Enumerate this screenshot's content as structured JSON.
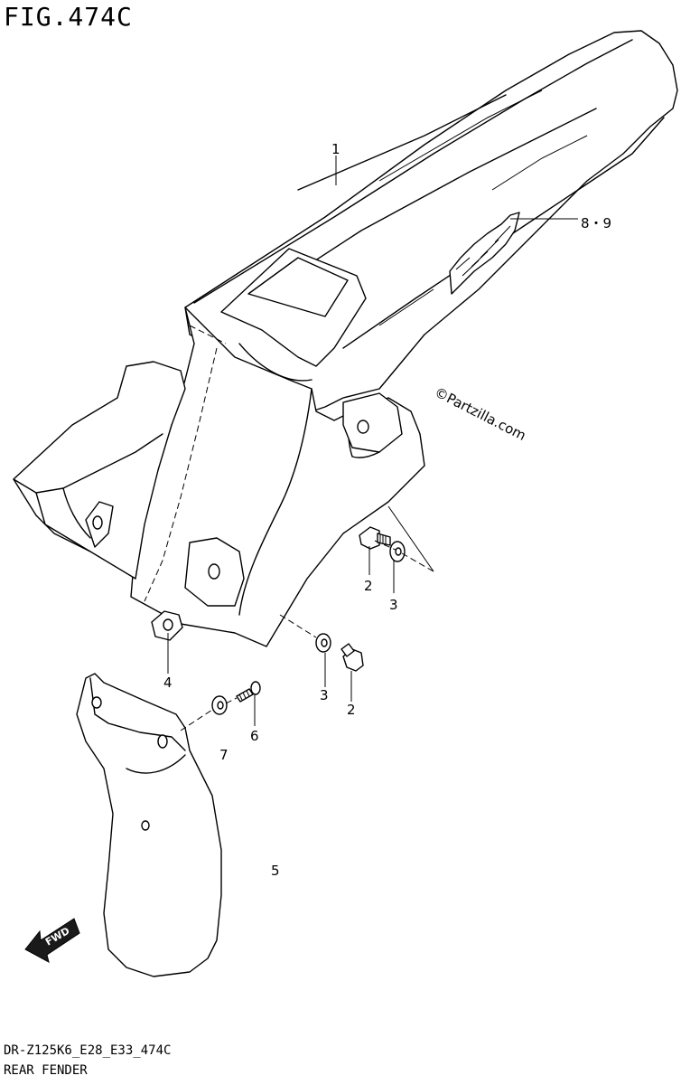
{
  "figure": {
    "title": "FIG.474C",
    "code": "DR-Z125K6_E28_E33_474C",
    "name": "REAR FENDER"
  },
  "watermark": "©Partzilla.com",
  "fwd_badge": "FWD",
  "callouts": [
    {
      "id": "c1",
      "label": "1"
    },
    {
      "id": "c89",
      "label": "8・9"
    },
    {
      "id": "c2a",
      "label": "2"
    },
    {
      "id": "c3a",
      "label": "3"
    },
    {
      "id": "c4",
      "label": "4"
    },
    {
      "id": "c3b",
      "label": "3"
    },
    {
      "id": "c2b",
      "label": "2"
    },
    {
      "id": "c6",
      "label": "6"
    },
    {
      "id": "c7",
      "label": "7"
    },
    {
      "id": "c5",
      "label": "5"
    }
  ]
}
